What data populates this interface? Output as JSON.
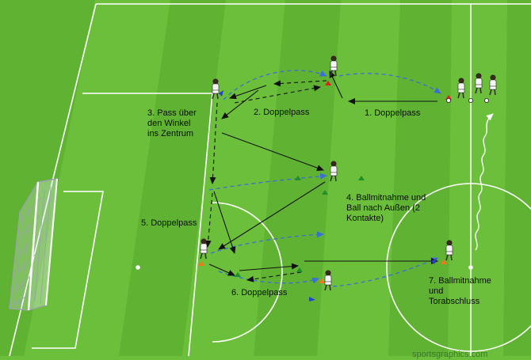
{
  "diagram": {
    "labels": {
      "pass_1": "1. Doppelpass",
      "pass_2": "2. Doppelpass",
      "pass_3": "3. Pass über\nden Winkel\nins Zentrum",
      "step_4": "4. Ballmitnahme und\nBall nach Außen (2\nKontakte)",
      "pass_5": "5. Doppelpass",
      "pass_6": "6. Doppelpass",
      "step_7": "7. Ballmitnahme\nund\nTorabschluss"
    },
    "watermark": "sportsgraphics.com",
    "colors": {
      "grass_dark": "#5fb232",
      "grass_light": "#77c843",
      "lines": "#ffffff",
      "pass_arrow": "#111111",
      "run_arrow": "#3a6fd8",
      "cone_red": "#e02020",
      "cone_green": "#1f8f2a",
      "cone_orange": "#f07a1a",
      "cone_blue": "#2244cc"
    }
  }
}
